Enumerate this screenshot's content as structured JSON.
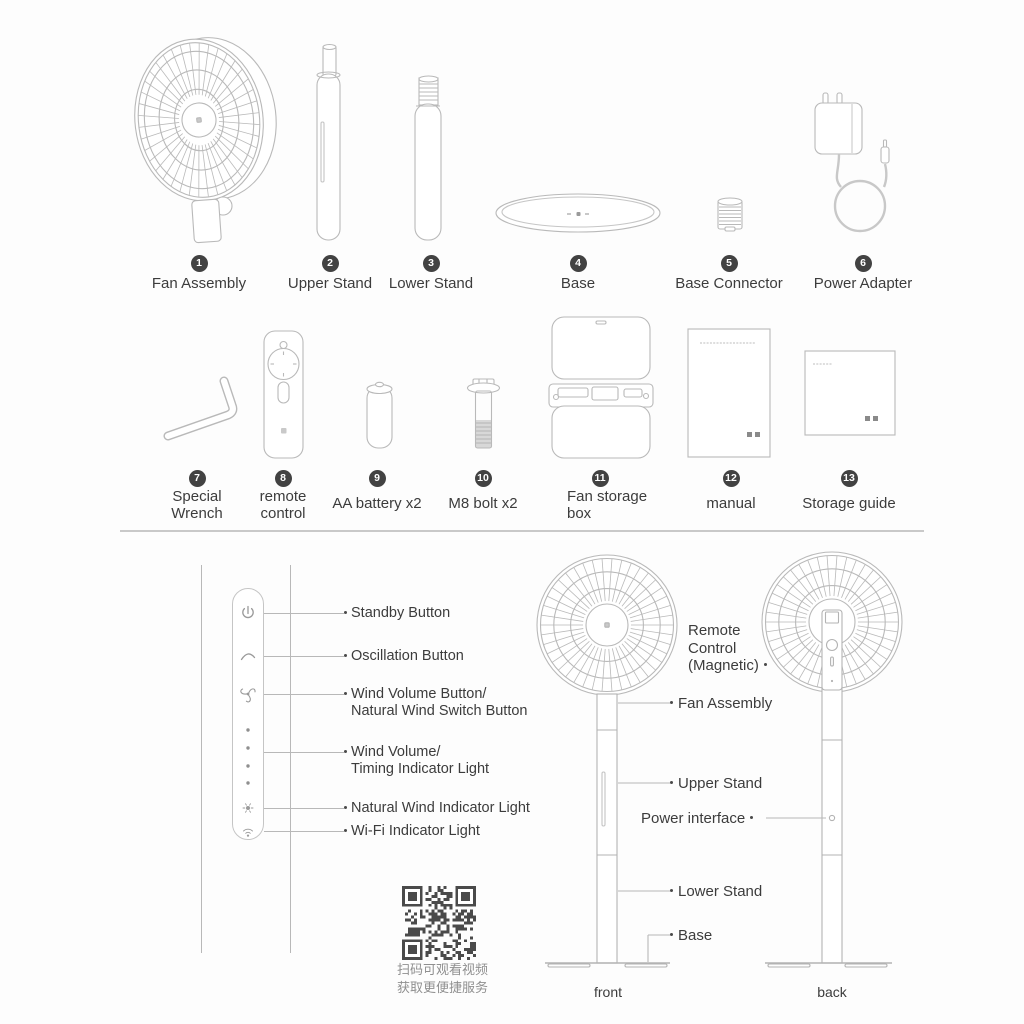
{
  "parts": {
    "items": [
      {
        "number": "1",
        "label": "Fan Assembly"
      },
      {
        "number": "2",
        "label": "Upper Stand"
      },
      {
        "number": "3",
        "label": "Lower Stand"
      },
      {
        "number": "4",
        "label": "Base"
      },
      {
        "number": "5",
        "label": "Base Connector"
      },
      {
        "number": "6",
        "label": "Power Adapter"
      },
      {
        "number": "7",
        "label": "Special Wrench"
      },
      {
        "number": "8",
        "label": "remote control"
      },
      {
        "number": "9",
        "label": "AA battery x2"
      },
      {
        "number": "10",
        "label": "M8 bolt x2"
      },
      {
        "number": "11",
        "label": "Fan storage box"
      },
      {
        "number": "12",
        "label": "manual"
      },
      {
        "number": "13",
        "label": "Storage guide"
      }
    ]
  },
  "control_panel": {
    "standby_label": "Standby Button",
    "oscillation_label": "Oscillation Button",
    "wind_button_line1": "Wind Volume Button/",
    "wind_button_line2": "Natural Wind Switch Button",
    "indicator_line1": "Wind Volume/",
    "indicator_line2": "Timing Indicator Light",
    "natural_wind_label": "Natural Wind Indicator Light",
    "wifi_label": "Wi-Fi Indicator Light",
    "icons": [
      "power-icon",
      "oscillation-icon",
      "wind-volume-icon",
      "indicator-dots",
      "natural-wind-icon",
      "wifi-icon"
    ]
  },
  "diagram": {
    "remote_label_line1": "Remote",
    "remote_label_line2": "Control",
    "remote_label_line3": "(Magnetic)",
    "fan_assembly_label": "Fan Assembly",
    "upper_stand_label": "Upper Stand",
    "power_interface_label": "Power interface",
    "lower_stand_label": "Lower Stand",
    "base_label": "Base",
    "front_caption": "front",
    "back_caption": "back"
  },
  "qr": {
    "caption_line1": "扫码可观看视频",
    "caption_line2": "获取更便捷服务"
  },
  "colors": {
    "line_art": "#b9b9b9",
    "text": "#3c3c3c",
    "badge": "#424242",
    "leader": "#b8b8b8",
    "divider": "#c9c9c9",
    "caption_gray": "#8f8f8f",
    "qr_dark": "#4a4a4a"
  }
}
